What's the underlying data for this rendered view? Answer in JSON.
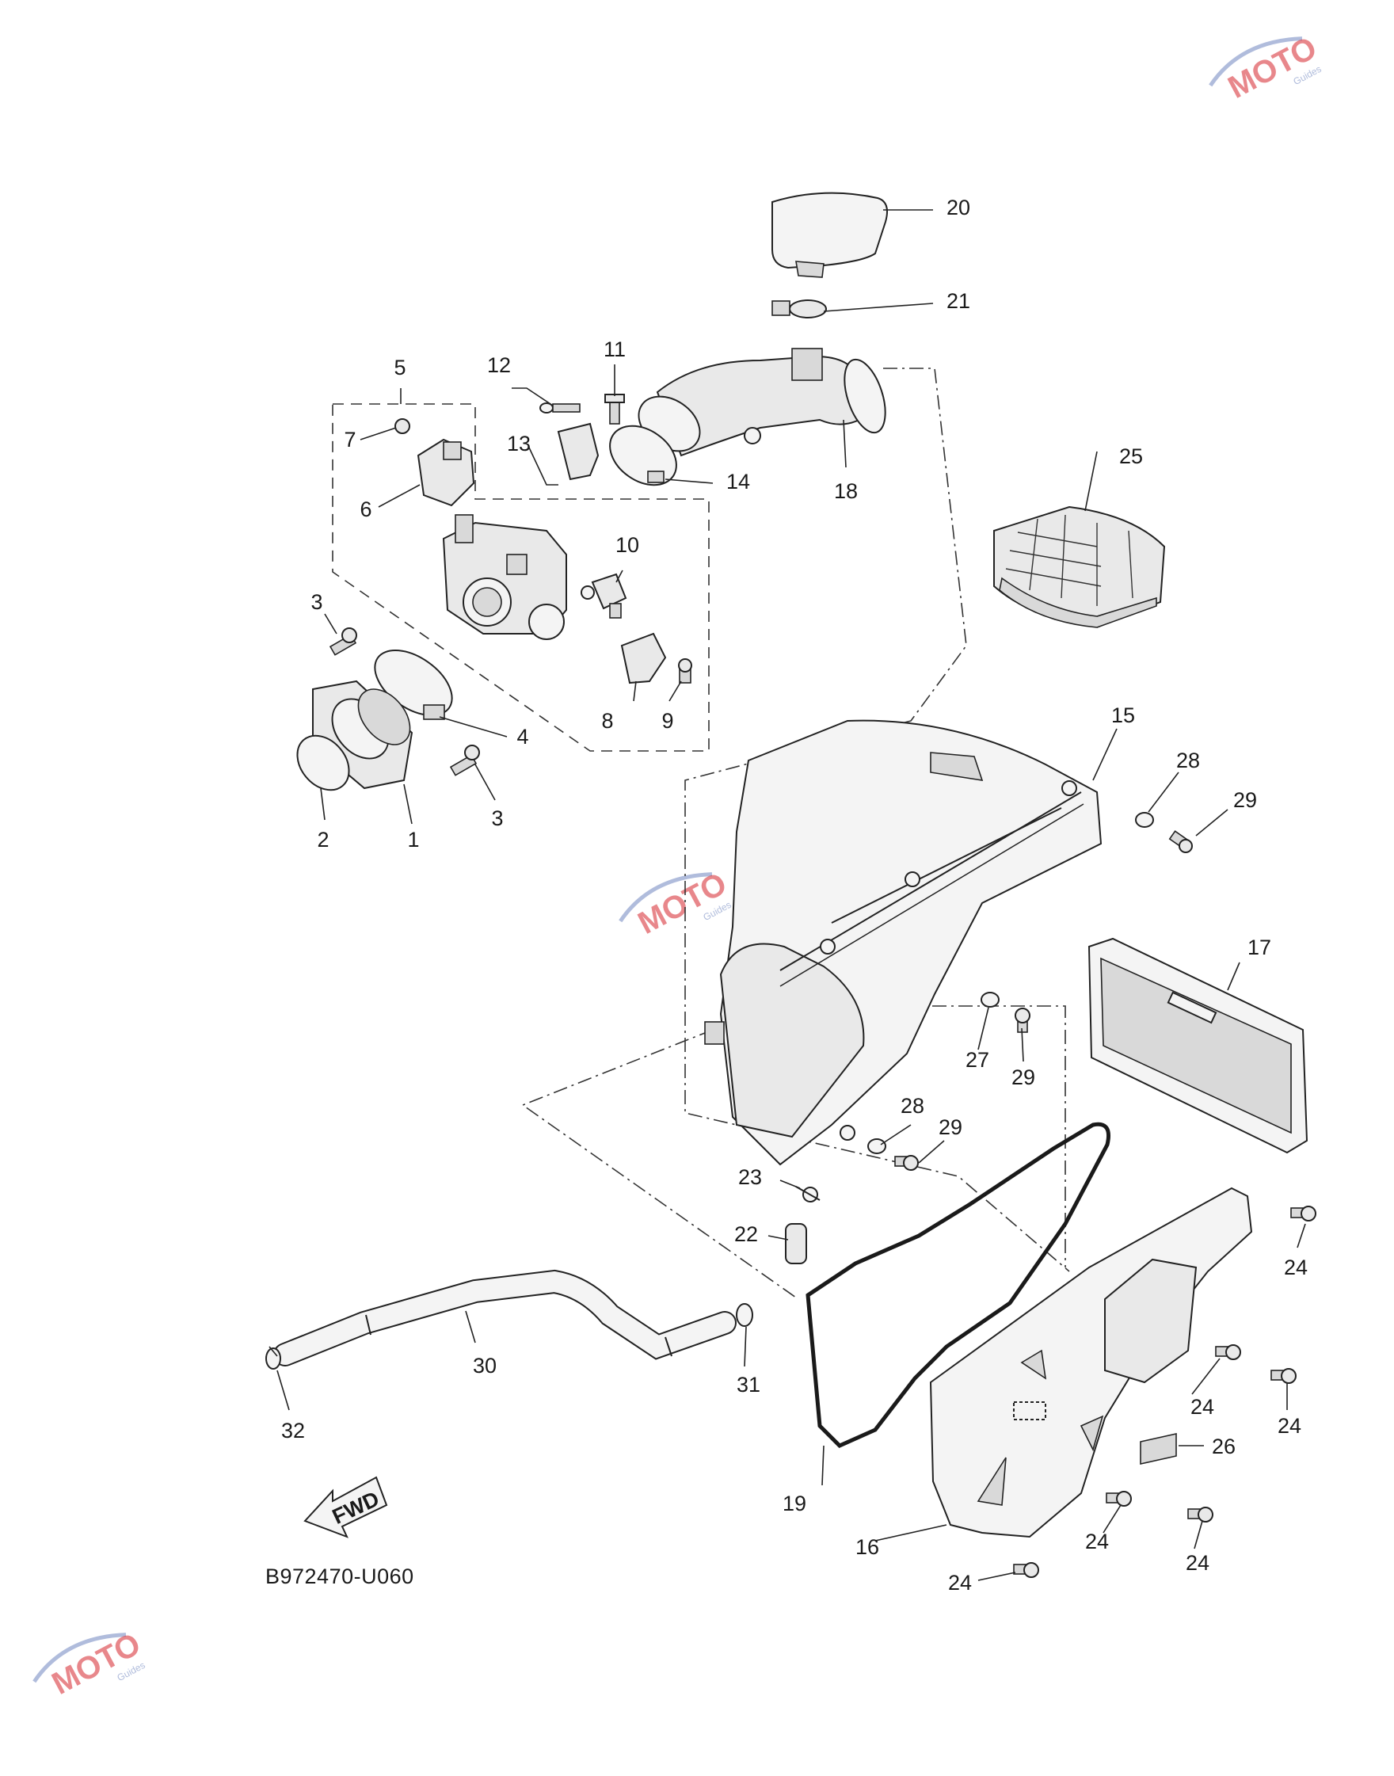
{
  "diagram": {
    "code": "B972470-U060",
    "fwd_label": "FWD",
    "labels": {
      "l1": "1",
      "l2": "2",
      "l3a": "3",
      "l3b": "3",
      "l4": "4",
      "l5": "5",
      "l6": "6",
      "l7": "7",
      "l8": "8",
      "l9": "9",
      "l10": "10",
      "l11": "11",
      "l12": "12",
      "l13": "13",
      "l14": "14",
      "l15": "15",
      "l16": "16",
      "l17": "17",
      "l18": "18",
      "l19": "19",
      "l20": "20",
      "l21": "21",
      "l22": "22",
      "l23": "23",
      "l24a": "24",
      "l24b": "24",
      "l24c": "24",
      "l24d": "24",
      "l24e": "24",
      "l24f": "24",
      "l25": "25",
      "l26": "26",
      "l27": "27",
      "l28a": "28",
      "l28b": "28",
      "l29a": "29",
      "l29b": "29",
      "l29c": "29",
      "l30": "30",
      "l31": "31",
      "l32": "32"
    }
  },
  "watermark": {
    "brand": "MOTO",
    "sub": "Guides"
  }
}
